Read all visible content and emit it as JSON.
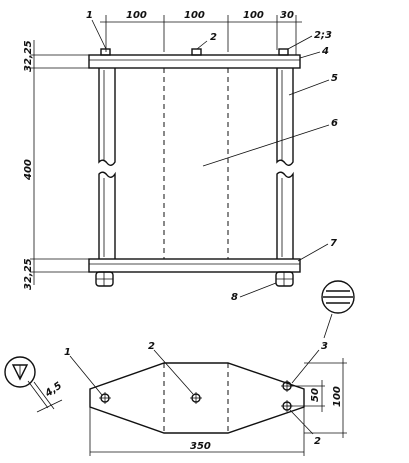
{
  "dimensions": {
    "top_segments": [
      "100",
      "100",
      "100",
      "30"
    ],
    "left_top": "32,25",
    "left_mid": "400",
    "left_bottom": "32,25",
    "hole_dia": "4,5",
    "plate_right_inner": "50",
    "plate_right_outer": "100",
    "plate_width": "350"
  },
  "callouts": {
    "c1": "1",
    "c2": "2",
    "c23": "2;3",
    "c4": "4",
    "c5": "5",
    "c6": "6",
    "c7": "7",
    "c8": "8",
    "p1": "1",
    "p2": "2",
    "p3": "3",
    "p2b": "2"
  }
}
